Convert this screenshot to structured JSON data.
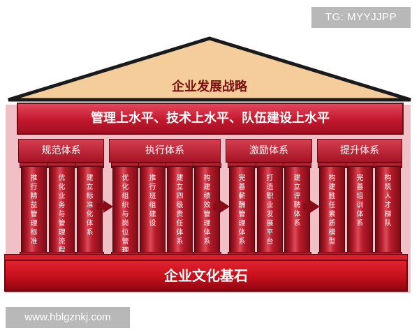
{
  "watermarks": {
    "top_right": "TG: MYYJJPP",
    "bottom_left": "www.hblgznkj.com"
  },
  "roof": {
    "title": "企业发展战略"
  },
  "beam": {
    "text": "管理上水平、技术上水平、队伍建设上水平"
  },
  "groups": [
    {
      "title": "规范体系",
      "pillars": [
        "推行精益管理标准",
        "优化业务与管理流程",
        "建立标准化体系"
      ]
    },
    {
      "title": "执行体系",
      "pillars": [
        "优化组织与岗位管理",
        "推行班组建设",
        "建立四级责任体系",
        "构建绩效管理体系"
      ]
    },
    {
      "title": "激励体系",
      "pillars": [
        "完善薪酬管理体系",
        "打造职业发展平台",
        "建立评聘体系"
      ]
    },
    {
      "title": "提升体系",
      "pillars": [
        "构建胜任素质模型",
        "完善培训体系",
        "构筑人才梯队"
      ]
    }
  ],
  "foundation": {
    "text": "企业文化基石"
  },
  "colors": {
    "roof_fill": "#f5cd9a",
    "pillar_red": "#b81c2b",
    "foundation_red": "#c4101c",
    "backdrop_pink": "#f1c0c6"
  }
}
